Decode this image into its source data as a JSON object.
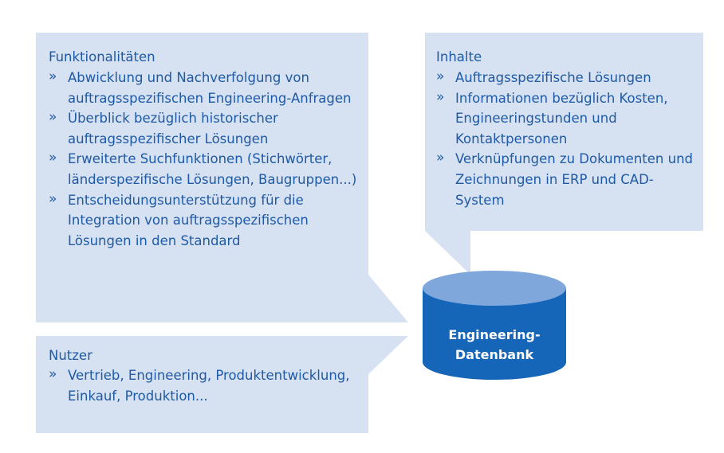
{
  "colors": {
    "box_fill": "#d6e1f1",
    "text": "#1f5aa6",
    "db_top": "#7fa7dc",
    "db_body": "#1565b8",
    "db_label": "#ffffff"
  },
  "bullet_glyph": "»",
  "functionalities": {
    "title": "Funktionalitäten",
    "items": [
      "Abwicklung und Nachverfolgung von auftragsspezifischen Engineering-Anfragen",
      "Überblick bezüglich historischer auftragsspezifischer Lösungen",
      "Erweiterte Suchfunktionen (Stichwörter, länderspezifische Lösungen, Baugruppen...)",
      "Entscheidungsunterstützung für die Integration von auftragsspezifischen Lösungen in den Standard"
    ]
  },
  "contents": {
    "title": "Inhalte",
    "items": [
      "Auftragsspezifische Lösungen",
      "Informationen bezüglich Kosten, Engineeringstunden und Kontaktpersonen",
      "Verknüpfungen zu Dokumenten und Zeichnungen in ERP und CAD-System"
    ]
  },
  "users": {
    "title": "Nutzer",
    "items": [
      "Vertrieb, Engineering, Produktentwicklung, Einkauf, Produktion..."
    ]
  },
  "database": {
    "label": "Engineering-\nDatenbank"
  }
}
